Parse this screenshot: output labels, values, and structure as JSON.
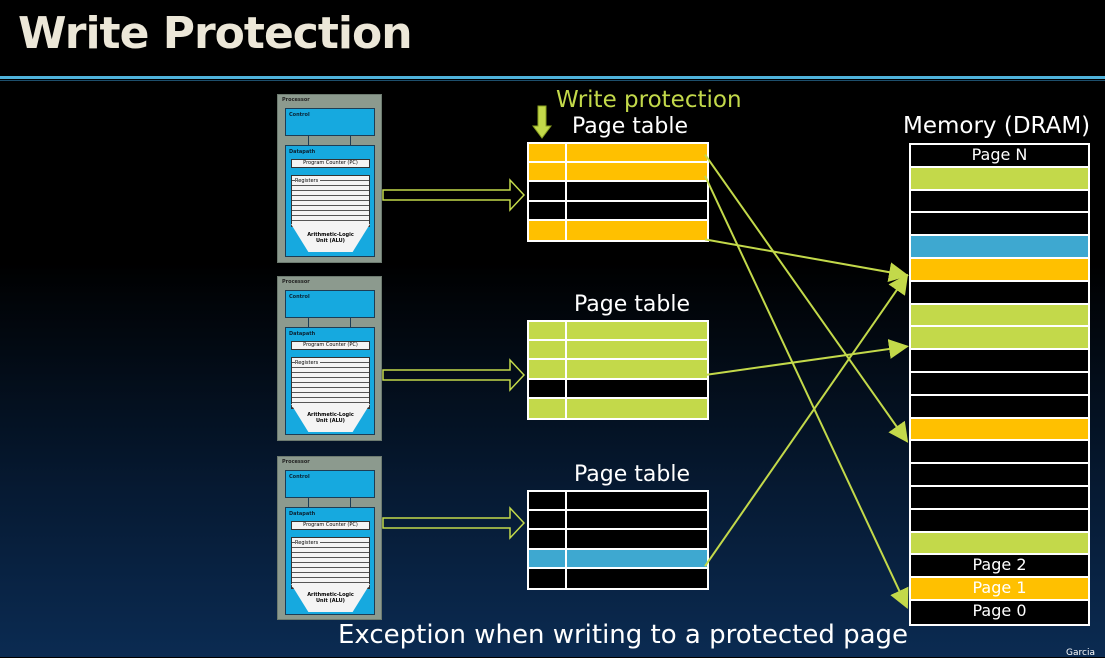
{
  "title": "Write Protection",
  "write_protection_label": "Write protection",
  "processor": {
    "label": "Processor",
    "control": "Control",
    "datapath": "Datapath",
    "pc": "Program Counter (PC)",
    "registers": "Registers",
    "alu_line1": "Arithmetic-Logic",
    "alu_line2": "Unit (ALU)"
  },
  "colors": {
    "writable": "#c3d94a",
    "protected": "#ffc000",
    "blue": "#3ea8d0",
    "empty": "#000000"
  },
  "page_tables": [
    {
      "title": "Page table",
      "rows": [
        "protected",
        "protected",
        "empty",
        "empty",
        "protected"
      ]
    },
    {
      "title": "Page table",
      "rows": [
        "writable",
        "writable",
        "writable",
        "empty",
        "writable"
      ]
    },
    {
      "title": "Page table",
      "rows": [
        "empty",
        "empty",
        "empty",
        "blue",
        "empty"
      ]
    }
  ],
  "memory": {
    "title": "Memory (DRAM)",
    "pages": [
      {
        "label": "Page N",
        "color": "empty"
      },
      {
        "label": "",
        "color": "writable"
      },
      {
        "label": "",
        "color": "empty"
      },
      {
        "label": "",
        "color": "empty"
      },
      {
        "label": "",
        "color": "blue"
      },
      {
        "label": "",
        "color": "protected"
      },
      {
        "label": "",
        "color": "empty"
      },
      {
        "label": "",
        "color": "writable"
      },
      {
        "label": "",
        "color": "writable"
      },
      {
        "label": "",
        "color": "empty"
      },
      {
        "label": "",
        "color": "empty"
      },
      {
        "label": "",
        "color": "empty"
      },
      {
        "label": "",
        "color": "protected"
      },
      {
        "label": "",
        "color": "empty"
      },
      {
        "label": "",
        "color": "empty"
      },
      {
        "label": "",
        "color": "empty"
      },
      {
        "label": "",
        "color": "empty"
      },
      {
        "label": "",
        "color": "writable"
      },
      {
        "label": "Page 2",
        "color": "empty"
      },
      {
        "label": "Page 1",
        "color": "protected"
      },
      {
        "label": "Page 0",
        "color": "empty"
      }
    ]
  },
  "mappings": [
    {
      "table": 0,
      "row": 0,
      "page": 12
    },
    {
      "table": 0,
      "row": 1,
      "page": 19
    },
    {
      "table": 0,
      "row": 4,
      "page": 5
    },
    {
      "table": 1,
      "row": 2,
      "page": 8
    },
    {
      "table": 2,
      "row": 3,
      "page": 5
    }
  ],
  "footer": "Exception when writing to a protected page",
  "credit": "Garcia"
}
